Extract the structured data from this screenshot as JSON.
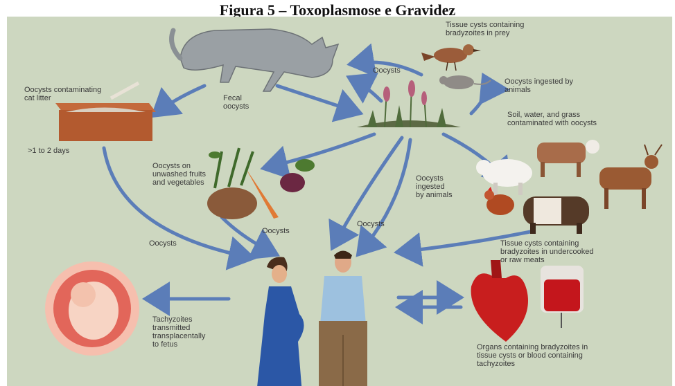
{
  "title": "Figura 5 – Toxoplasmose e Gravidez",
  "labels": {
    "tissue_cysts_prey": "Tissue cysts containing\nbradyzoites in prey",
    "oocysts_top": "Oocysts",
    "oocysts_ingested_top": "Oocysts ingested by\nanimals",
    "oocysts_litter": "Oocysts contaminating\ncat litter",
    "fecal_oocysts": "Fecal\noocysts",
    "soil_water_grass": "Soil, water, and grass\ncontaminated with oocysts",
    "one_to_two_days": ">1 to 2 days",
    "oocysts_fruits": "Oocysts on\nunwashed fruits\nand vegetables",
    "oocysts_ingested_mid": "Oocysts\ningested\nby animals",
    "oocysts_center": "Oocysts",
    "oocysts_mid": "Oocysts",
    "oocysts_left": "Oocysts",
    "tissue_cysts_meat": "Tissue cysts containing\nbradyzoites in undercooked\nor raw meats",
    "tachyzoites": "Tachyzoites\ntransmitted\ntransplacentally\nto fetus",
    "organs_blood": "Organs containing bradyzoites in\ntissue cysts or blood containing\ntachyzoites"
  },
  "colors": {
    "arrow": "#5b7db8",
    "background": "#cdd7c0"
  },
  "icons": [
    "cat-icon",
    "bird-icon",
    "mouse-icon",
    "plants-icon",
    "litter-box-icon",
    "vegetables-icon",
    "cow-icon",
    "sheep-icon",
    "deer-icon",
    "chicken-icon",
    "pig-icon",
    "pregnant-woman-icon",
    "man-icon",
    "fetus-icon",
    "heart-icon",
    "blood-bag-icon"
  ]
}
